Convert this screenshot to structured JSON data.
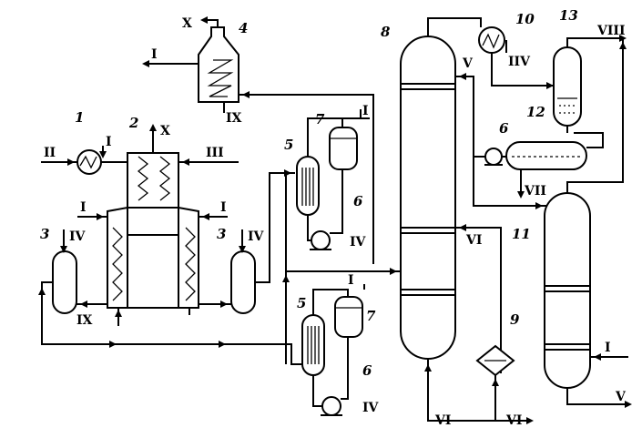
{
  "equipment_numbers": {
    "n1": "1",
    "n2": "2",
    "n3a": "3",
    "n3b": "3",
    "n4": "4",
    "n5a": "5",
    "n5b": "5",
    "n6a": "6",
    "n6b": "6",
    "n6c": "6",
    "n7a": "7",
    "n7b": "7",
    "n8": "8",
    "n9": "9",
    "n10": "10",
    "n11": "11",
    "n12": "12",
    "n13": "13"
  },
  "stream_labels": {
    "X_top4": "X",
    "I_left4": "I",
    "IX_bottom4": "IX",
    "X_top2": "X",
    "II_inlet": "II",
    "I_hx1": "I",
    "III_inlet": "III",
    "I_left_convection": "I",
    "I_right_convection": "I",
    "IV_sep3_left": "IV",
    "IV_sep3_right": "IV",
    "IX_bottom_furnace": "IX",
    "I_cond7_top": "I",
    "IV_pump6_top": "IV",
    "I_cond7_bottom": "I",
    "IV_pump6_bottom": "IV",
    "V_col8": "V",
    "IIV_hx10": "IIV",
    "VIII_out": "VIII",
    "VII_out": "VII",
    "VI_mid": "VI",
    "VI_bottom_left": "VI",
    "VI_bottom_right": "VI",
    "I_col11": "I",
    "V_col11": "V"
  }
}
